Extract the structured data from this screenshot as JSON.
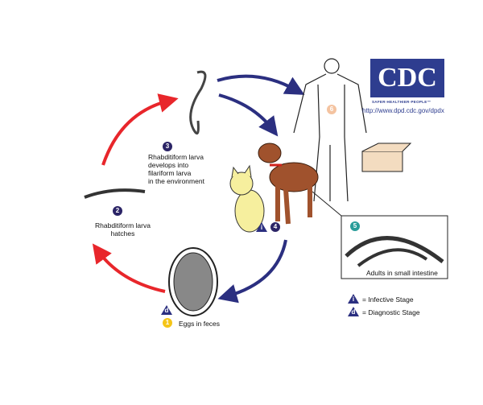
{
  "logo": {
    "text": "CDC",
    "tagline": "SAFER·HEALTHIER·PEOPLE™"
  },
  "url": "http://www.dpd.cdc.gov/dpdx",
  "stages": {
    "s1": {
      "number": "1",
      "label": "Eggs in feces",
      "color": "#f5c518"
    },
    "s2": {
      "number": "2",
      "label_lines": [
        "Rhabditiform larva",
        "hatches"
      ],
      "color": "#2b2466"
    },
    "s3": {
      "number": "3",
      "label_lines": [
        "Rhabditiform larva",
        "develops into",
        "filariform larva",
        "in the environment"
      ],
      "color": "#2b2466"
    },
    "s4": {
      "number": "4",
      "color": "#2b2466"
    },
    "s5": {
      "number": "5",
      "label": "Adults in small intestine",
      "color": "#2a9d9a"
    },
    "s6": {
      "number": "6",
      "color": "#f4c3a0"
    }
  },
  "legend": {
    "infective_symbol": "i",
    "infective": "= Infective Stage",
    "diagnostic_symbol": "d",
    "diagnostic": "= Diagnostic Stage"
  },
  "colors": {
    "red_arrow": "#e8262b",
    "blue_arrow": "#2b2f80"
  }
}
